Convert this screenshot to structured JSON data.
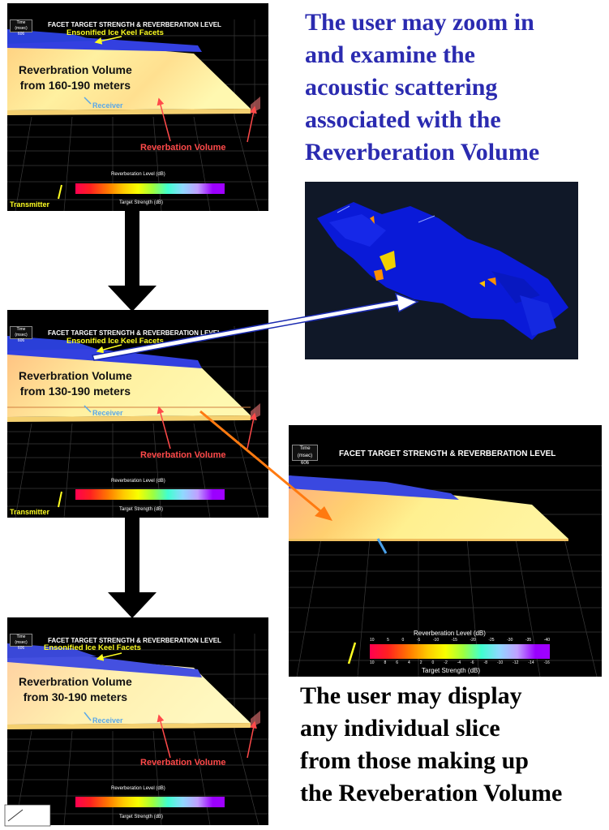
{
  "panel_title": "FACET TARGET STRENGTH & REVERBERATION LEVEL",
  "time_label": "Time (msec)",
  "time_value": "606",
  "labels": {
    "ensonified": "Ensonified Ice Keel Facets",
    "receiver": "Receiver",
    "reverb_volume": "Reverbation Volume",
    "transmitter": "Transmitter",
    "colorbar_top": "Reverberation Level (dB)",
    "colorbar_bottom": "Target Strength (dB)"
  },
  "colorbar_top_ticks": [
    "10",
    "5",
    "0",
    "-5",
    "-10",
    "-15",
    "-20",
    "-25",
    "-30",
    "-35",
    "-40"
  ],
  "colorbar_bottom_ticks": [
    "10",
    "8",
    "6",
    "4",
    "2",
    "0",
    "-2",
    "-4",
    "-6",
    "-8",
    "-10",
    "-12",
    "-14",
    "-16"
  ],
  "panels": [
    {
      "volume_line1": "Reverbration Volume",
      "volume_line2": "from 160-190 meters"
    },
    {
      "volume_line1": "Reverbration Volume",
      "volume_line2": "from 130-190 meters"
    },
    {
      "volume_line1": "Reverbration Volume",
      "volume_line2": "from 30-190 meters"
    }
  ],
  "note_top": [
    "The user may zoom in",
    "and examine the",
    "acoustic scattering",
    "associated with the",
    "Reverberation Volume"
  ],
  "note_bottom": [
    "The user may display",
    "any individual slice",
    "from those making up",
    "the Reveberation Volume"
  ],
  "colors": {
    "note_blue": "#2b2bb0",
    "arrow_blue": "#1a2ab0",
    "arrow_orange": "#ff7a10"
  }
}
